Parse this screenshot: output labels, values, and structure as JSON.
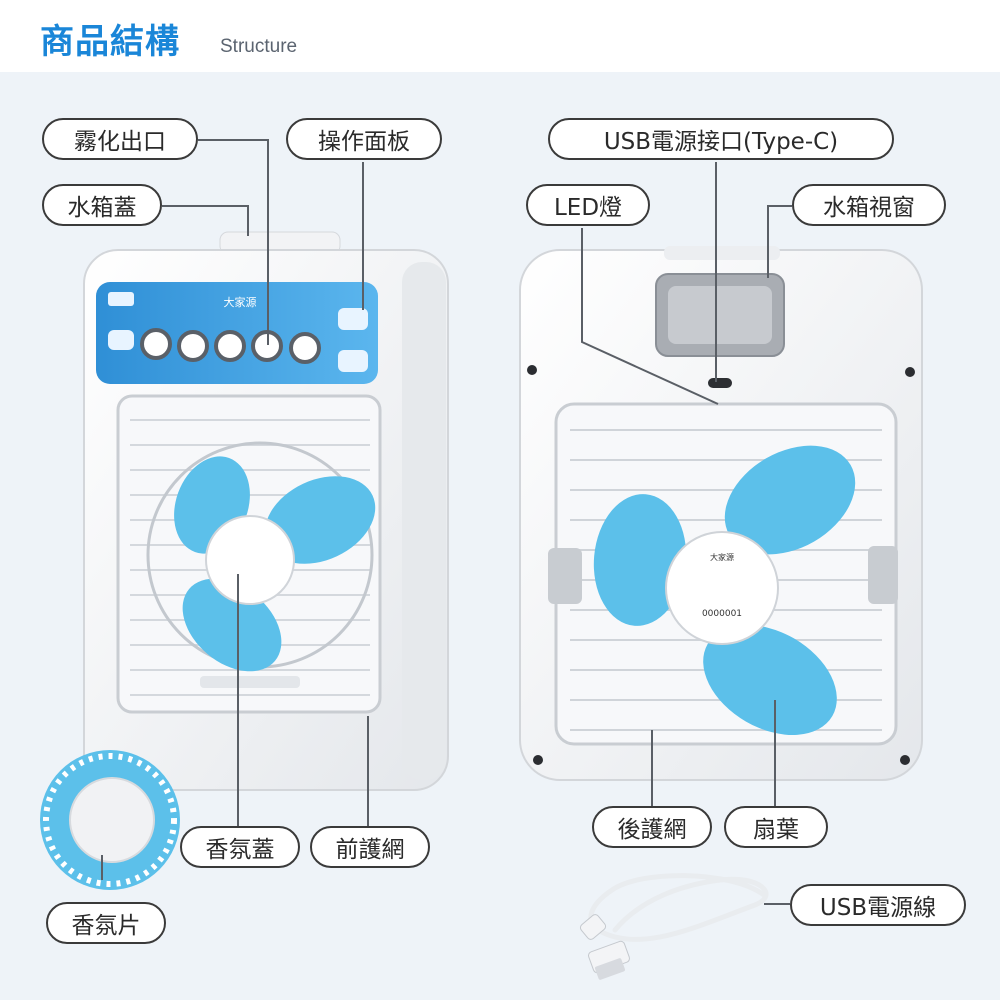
{
  "header": {
    "title": "商品結構",
    "subtitle": "Structure"
  },
  "front_labels": {
    "mist_outlet": "霧化出口",
    "control_panel": "操作面板",
    "tank_lid": "水箱蓋",
    "aroma_cover": "香氛蓋",
    "front_guard": "前護網",
    "aroma_pad": "香氛片"
  },
  "back_labels": {
    "usb_port": "USB電源接口(Type-C)",
    "led_light": "LED燈",
    "tank_window": "水箱視窗",
    "rear_guard": "後護網",
    "fan_blade": "扇葉",
    "usb_cable": "USB電源線"
  },
  "product": {
    "brand_mark": "大家源",
    "serial": "0000001"
  }
}
